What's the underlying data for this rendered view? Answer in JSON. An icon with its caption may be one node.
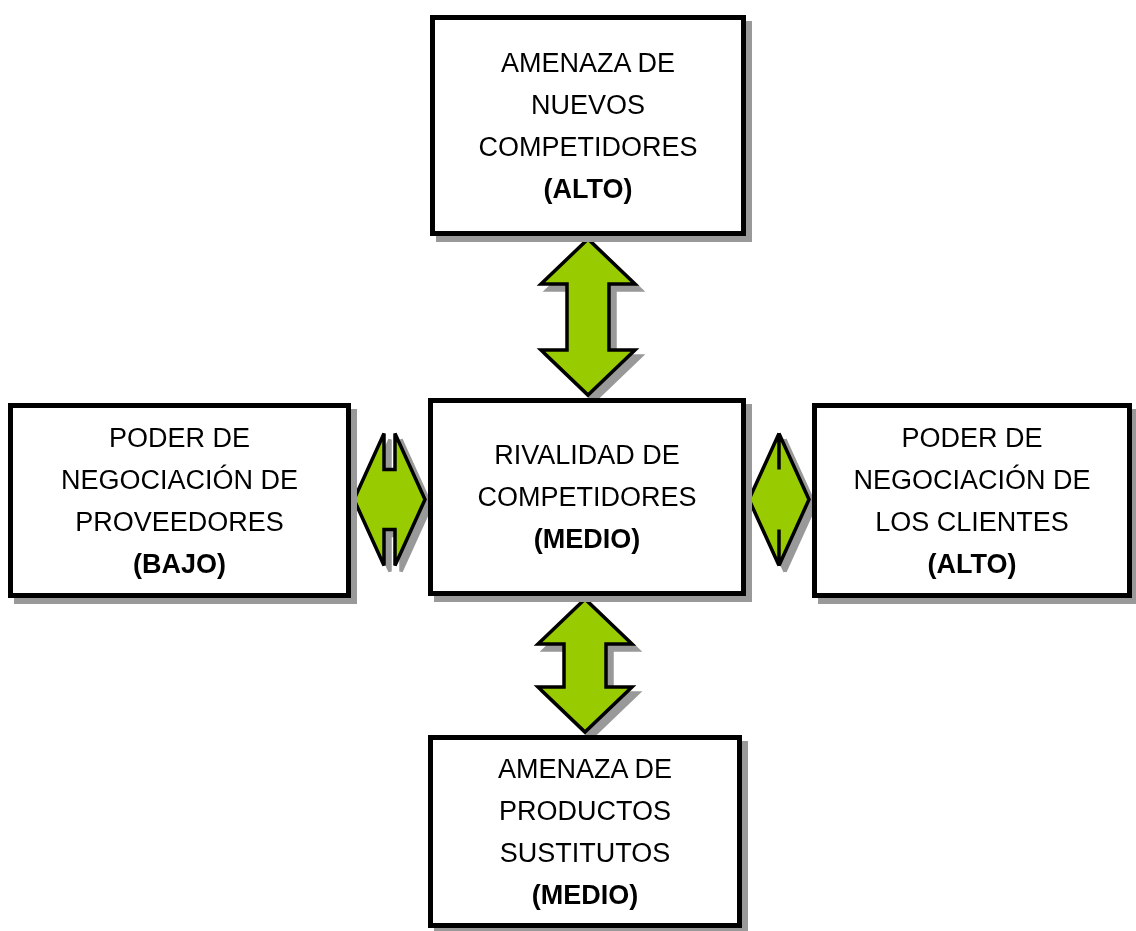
{
  "diagram": {
    "nodes": [
      {
        "text": [
          "AMENAZA DE NUEVOS COMPETIDORES",
          "(ALTO)"
        ]
      },
      {
        "text": [
          "PODER DE NEGOCIACIÓN DE PROVEEDORES",
          "(BAJO)"
        ]
      },
      {
        "text": [
          "RIVALIDAD DE COMPETIDORES",
          "(MEDIO)"
        ]
      },
      {
        "text": [
          "PODER DE NEGOCIACIÓN DE LOS CLIENTES",
          "(ALTO)"
        ]
      },
      {
        "text": [
          "AMENAZA DE PRODUCTOS SUSTITUTOS",
          "(MEDIO)"
        ]
      }
    ],
    "edges": [
      {
        "from": 0,
        "to": 2,
        "arrow": "both"
      },
      {
        "from": 1,
        "to": 2,
        "arrow": "both"
      },
      {
        "from": 2,
        "to": 3,
        "arrow": "both"
      },
      {
        "from": 2,
        "to": 4,
        "arrow": "both"
      }
    ]
  }
}
